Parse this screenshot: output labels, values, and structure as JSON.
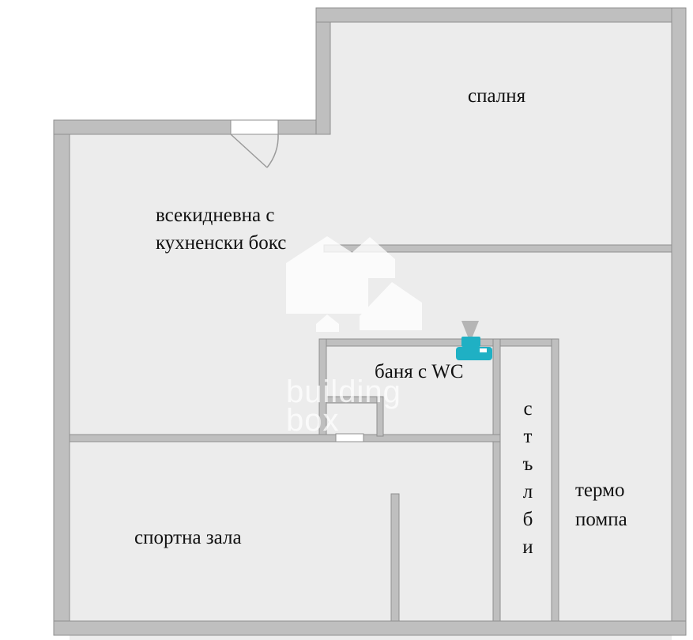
{
  "rooms": {
    "living": {
      "line1": "всекидневна с",
      "line2": "кухненски бокс"
    },
    "bedroom": "спалня",
    "bathroom": "баня с WC",
    "stairs": "с\nт\nъ\nл\nб\nи",
    "heat_pump": {
      "line1": "термо",
      "line2": "помпа"
    },
    "gym": "спортна зала"
  },
  "watermark": {
    "line1": "building",
    "line2": "box"
  },
  "colors": {
    "wall": "#bfbfbf",
    "floor": "#ececec",
    "fixture": "#1fb0c4"
  }
}
